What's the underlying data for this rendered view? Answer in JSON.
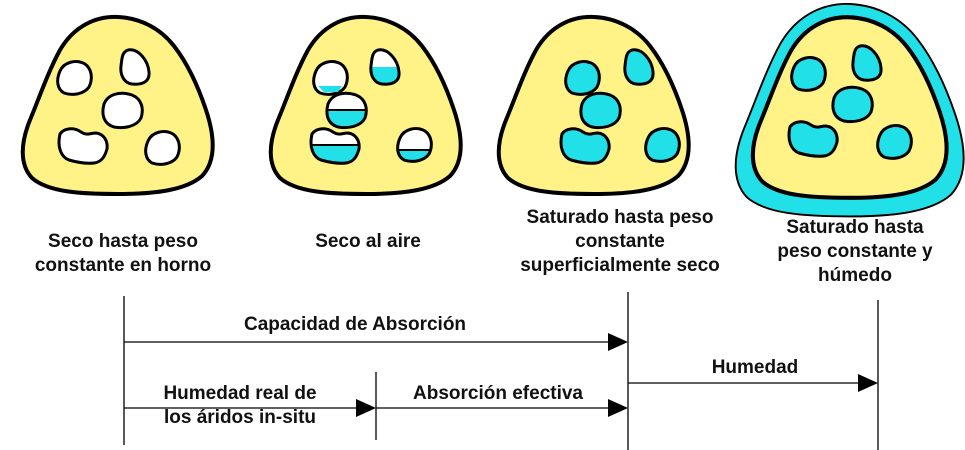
{
  "colors": {
    "stone_fill": "#FFF287",
    "stone_outline": "#000000",
    "water": "#22E0E8",
    "pore_empty": "#FFFFFF"
  },
  "stages": [
    {
      "label_lines": [
        "Seco hasta peso",
        "constante en horno"
      ]
    },
    {
      "label_lines": [
        "Seco al aire"
      ]
    },
    {
      "label_lines": [
        "Saturado hasta peso",
        "constante",
        "superficialmente seco"
      ]
    },
    {
      "label_lines": [
        "Saturado hasta",
        "peso constante y",
        "húmedo"
      ]
    }
  ],
  "arrows": {
    "capacidad": "Capacidad de Absorción",
    "humedad": "Humedad",
    "humedad_real": [
      "Humedad real de",
      "los áridos in-situ"
    ],
    "absorcion_efectiva": "Absorción efectiva"
  }
}
